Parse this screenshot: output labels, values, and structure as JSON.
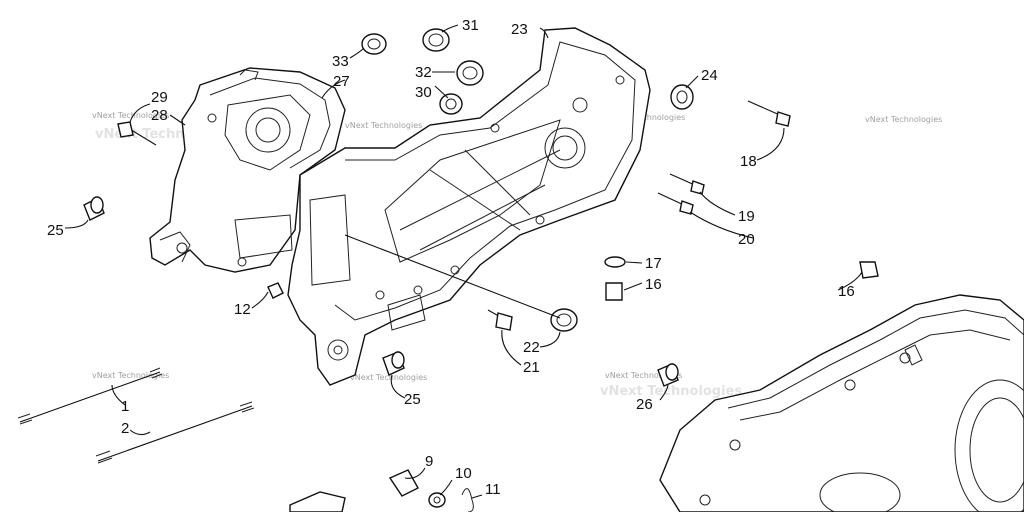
{
  "watermark": "vNext Technologies",
  "watermark_faint": "vNext Technologies",
  "labels": {
    "p1": "1",
    "p2": "2",
    "p9": "9",
    "p10": "10",
    "p11": "11",
    "p12": "12",
    "p16a": "16",
    "p16b": "16",
    "p17": "17",
    "p18": "18",
    "p19": "19",
    "p20": "20",
    "p21": "21",
    "p22": "22",
    "p23": "23",
    "p24": "24",
    "p25a": "25",
    "p25b": "25",
    "p26": "26",
    "p27": "27",
    "p28": "28",
    "p29": "29",
    "p30": "30",
    "p31": "31",
    "p32": "32",
    "p33": "33"
  }
}
